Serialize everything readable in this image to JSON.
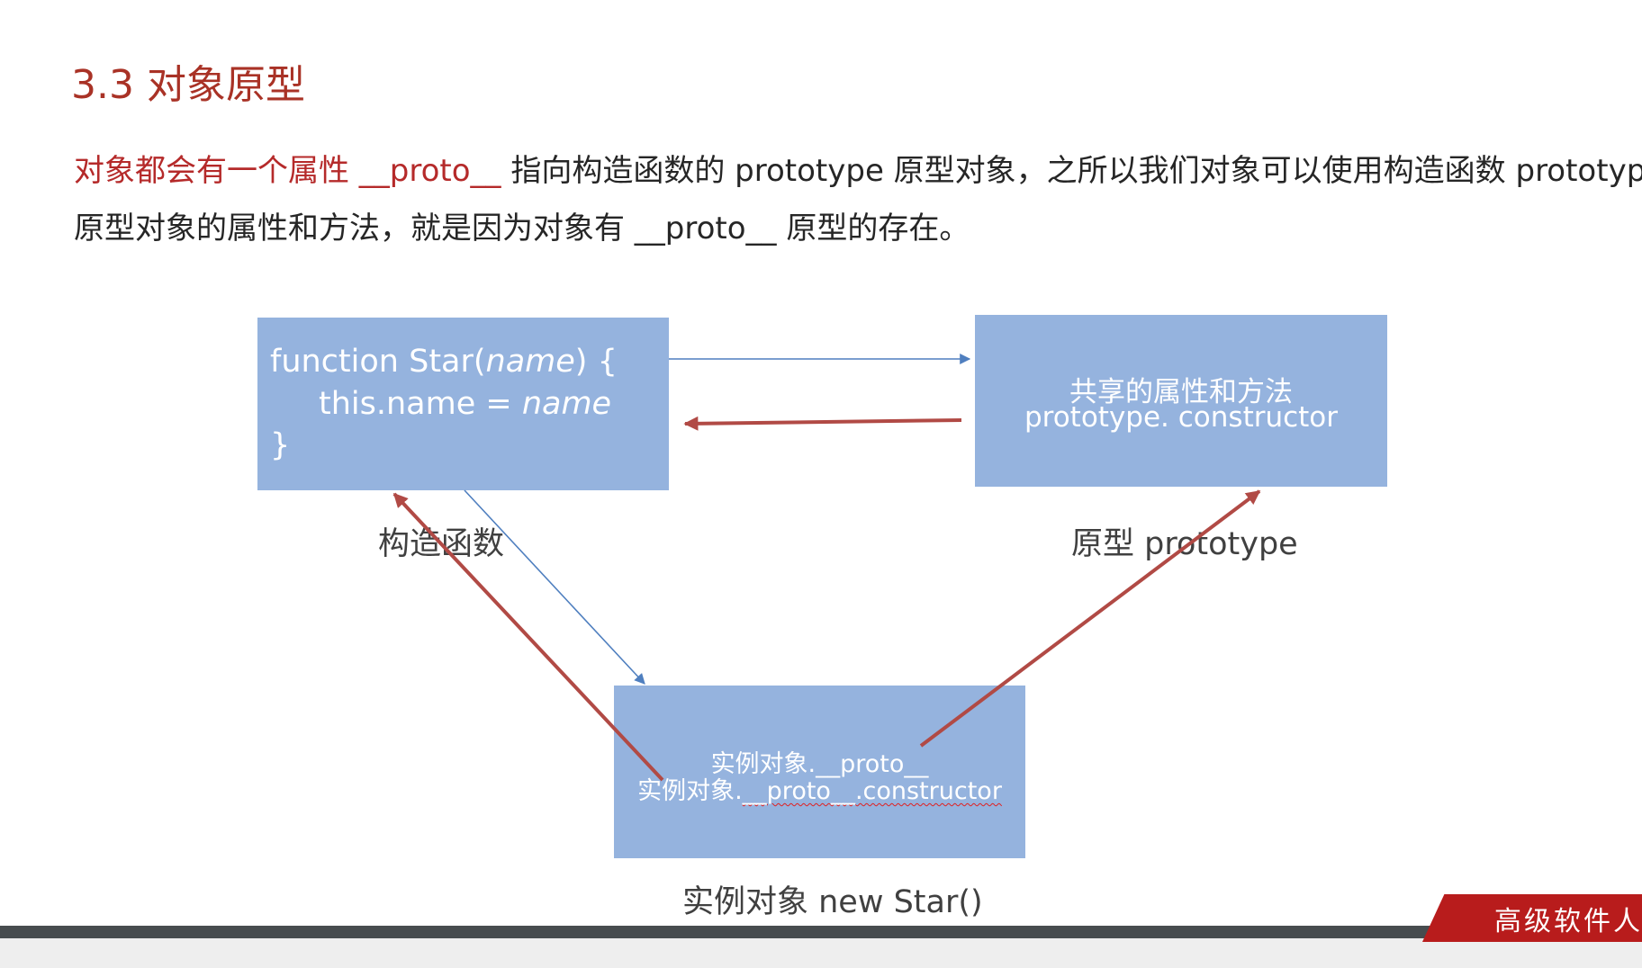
{
  "slide": {
    "title": "3.3 对象原型"
  },
  "paragraph": {
    "line1_highlight": "对象都会有一个属性 __proto__",
    "line1_rest": " 指向构造函数的 prototype 原型对象，之所以我们对象可以使用构造函数 prototype",
    "line2": "原型对象的属性和方法，就是因为对象有 __proto__ 原型的存在。"
  },
  "constructor_box": {
    "line1_a": "function Star(",
    "line1_param": "name",
    "line1_b": ") {",
    "line2_a": "this.name = ",
    "line2_param": "name",
    "line3": "}"
  },
  "prototype_box": {
    "line1": "共享的属性和方法",
    "line2": "prototype. constructor"
  },
  "instance_box": {
    "line1": "实例对象.__proto__",
    "line2_prefix": "实例对象.",
    "line2_underlined": "__proto__.constructor"
  },
  "captions": {
    "constructor": "构造函数",
    "prototype": "原型 prototype",
    "instance": "实例对象 new Star()"
  },
  "branding": {
    "label": "高级软件人"
  },
  "colors": {
    "title_red": "#a93226",
    "box_blue": "#95b3de",
    "arrow_blue": "#4f7fbf",
    "arrow_red": "#b14a45"
  }
}
